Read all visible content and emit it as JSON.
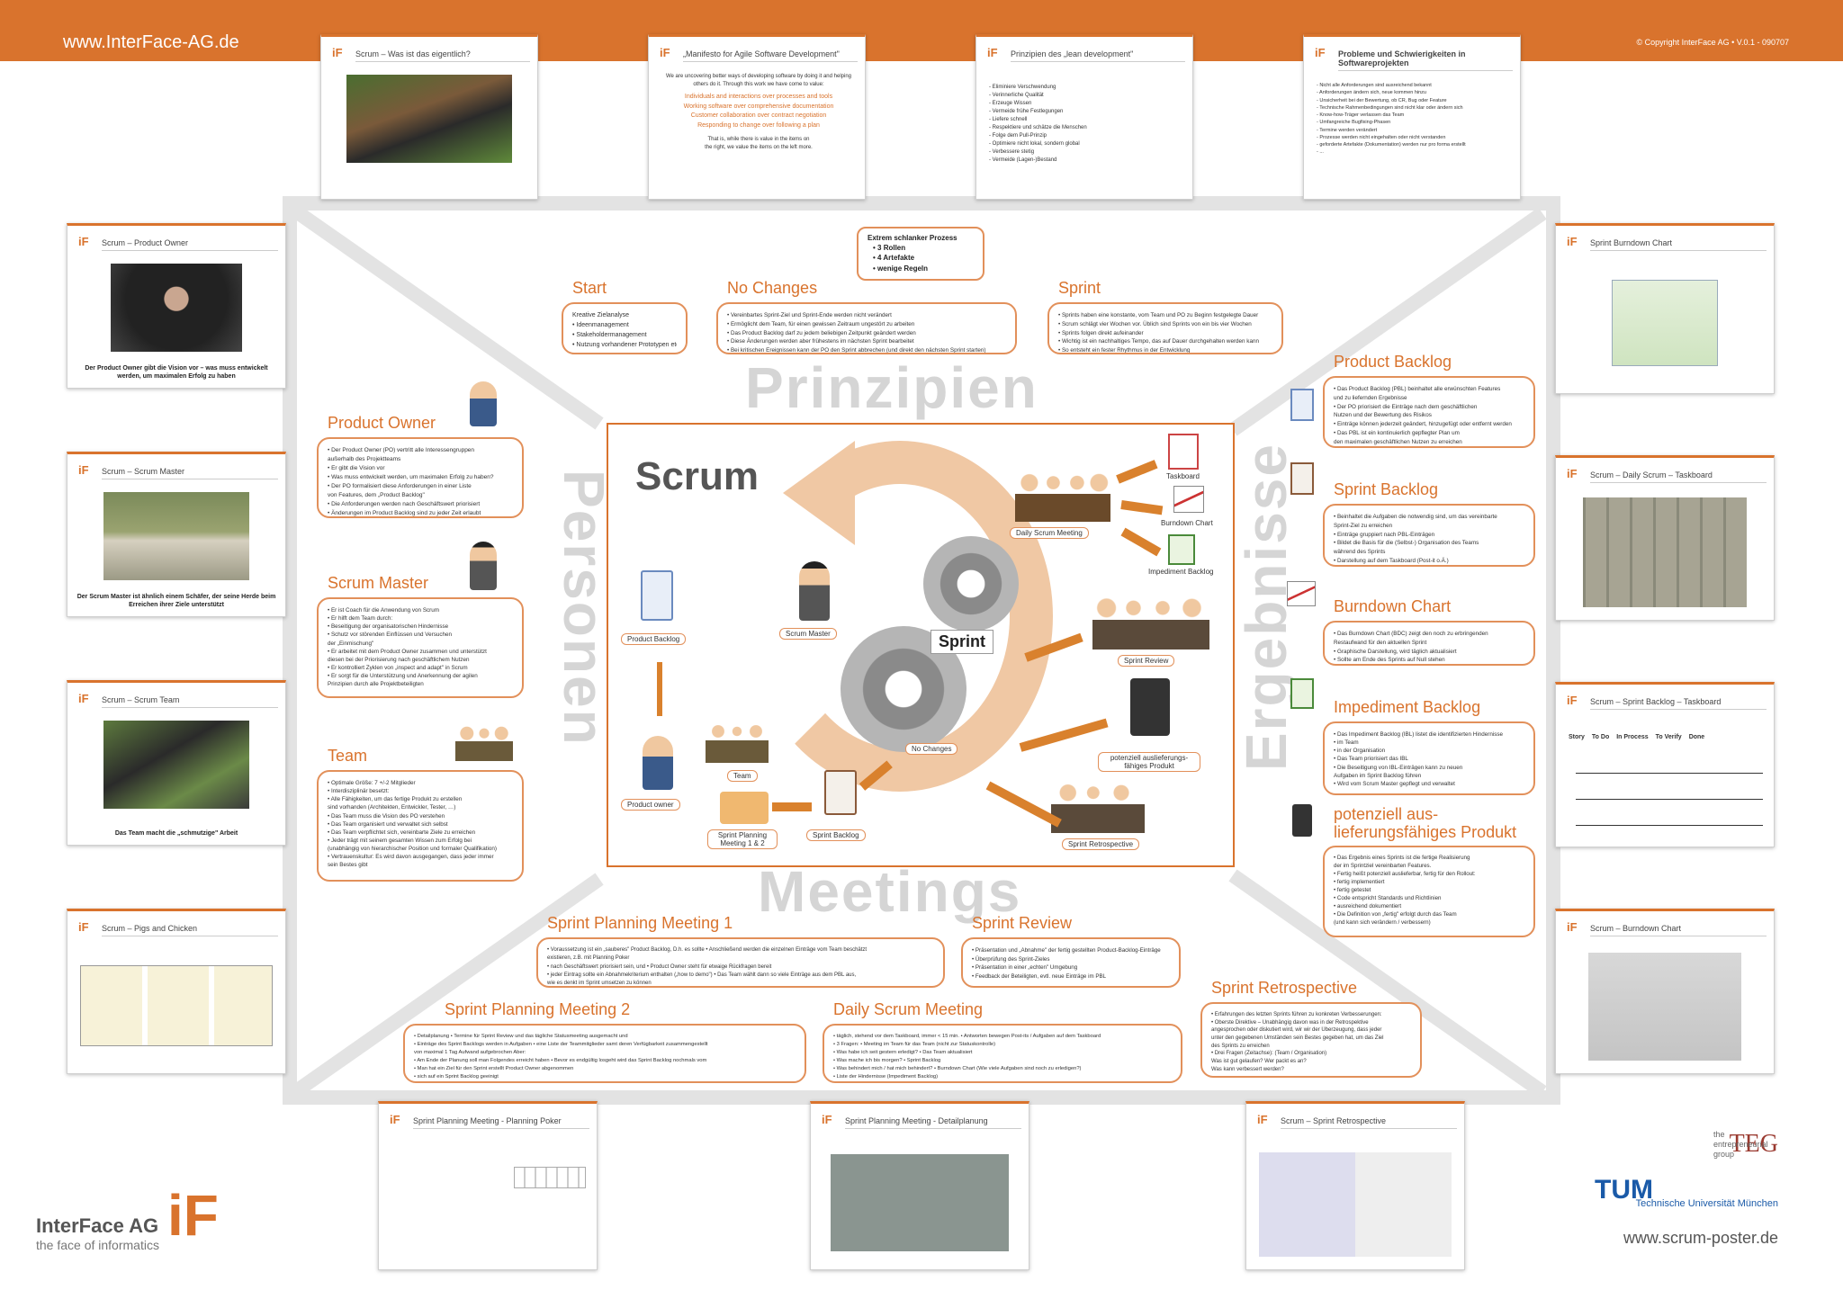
{
  "header": {
    "site": "www.InterFace-AG.de",
    "copyright": "© Copyright InterFace AG • V.0.1 - 090707"
  },
  "top_cards": [
    {
      "title": "Scrum – Was ist das eigentlich?"
    },
    {
      "title": "„Manifesto for Agile Software Development\"",
      "lines": [
        "We are uncovering better ways of developing software by doing it and helping",
        "others do it. Through this work we have come to value:",
        "Individuals and interactions over processes and tools",
        "Working software over comprehensive documentation",
        "Customer collaboration over contract negotiation",
        "Responding to change over following a plan",
        "That is, while there is value in the items on",
        "the right, we value the items on the left more."
      ]
    },
    {
      "title": "Prinzipien des „lean development\"",
      "lines": [
        "- Eliminiere Verschwendung",
        "- Verinnerliche Qualität",
        "- Erzeuge Wissen",
        "- Vermeide frühe Festlegungen",
        "- Liefere schnell",
        "- Respektiere und schätze die Menschen",
        "- Folge dem Pull-Prinzip",
        "- Optimiere nicht lokal, sondern global",
        "- Verbessere stetig",
        "- Vermeide (Lagen-)Bestand"
      ]
    },
    {
      "title": "Probleme und Schwierigkeiten in Softwareprojekten",
      "lines": [
        "- Nicht alle Anforderungen sind ausreichend bekannt",
        "- Anforderungen ändern sich, neue kommen hinzu",
        "- Unsicherheit bei der Bewertung, ob CR, Bug oder Feature",
        "- Technische Rahmenbedingungen sind nicht klar oder ändern sich",
        "- Know-how-Träger verlassen das Team",
        "- Umfangreiche Bugfixing-Phasen",
        "- Termine werden verändert",
        "- Prozesse werden nicht eingehalten oder nicht verstanden",
        "- geforderte Artefakte (Dokumentation) werden nur pro forma erstellt",
        "- ..."
      ]
    }
  ],
  "left_cards": [
    {
      "title": "Scrum – Product Owner",
      "caption": "Der Product Owner gibt die Vision vor – was muss entwickelt werden, um maximalen Erfolg zu haben"
    },
    {
      "title": "Scrum – Scrum Master",
      "caption": "Der Scrum Master ist ähnlich einem Schäfer, der seine Herde beim Erreichen ihrer Ziele unterstützt"
    },
    {
      "title": "Scrum – Scrum Team",
      "caption": "Das Team macht die „schmutzige\" Arbeit"
    },
    {
      "title": "Scrum – Pigs and Chicken",
      "caption": ""
    }
  ],
  "right_cards": [
    {
      "title": "Sprint Burndown Chart"
    },
    {
      "title": "Scrum – Daily Scrum – Taskboard"
    },
    {
      "title": "Scrum – Sprint Backlog – Taskboard",
      "columns": [
        "Story",
        "To Do",
        "In Process",
        "To Verify",
        "Done"
      ]
    },
    {
      "title": "Scrum – Burndown Chart"
    }
  ],
  "bottom_cards": [
    {
      "title": "Sprint Planning Meeting - Planning Poker"
    },
    {
      "title": "Sprint Planning Meeting - Detailplanung"
    },
    {
      "title": "Scrum – Sprint Retrospective"
    }
  ],
  "words": {
    "prinzipien": "Prinzipien",
    "personen": "Personen",
    "ergebnisse": "Ergebnisse",
    "meetings": "Meetings"
  },
  "process": {
    "lines": [
      "Extrem schlanker Prozess",
      "• 3 Rollen",
      "• 4 Artefakte",
      "• wenige Regeln"
    ]
  },
  "sections": {
    "start": {
      "title": "Start",
      "lines": [
        "Kreative Zielanalyse",
        "• Ideenmanagement",
        "• Stakeholdermanagement",
        "• Nutzung vorhandener Prototypen etc."
      ]
    },
    "nochanges": {
      "title": "No Changes",
      "lines": [
        "• Vereinbartes Sprint-Ziel und Sprint-Ende werden nicht verändert",
        "  • Ermöglicht dem Team, für einen gewissen Zeitraum ungestört zu arbeiten",
        "• Das Product Backlog darf zu jedem beliebigen Zeitpunkt geändert werden",
        "• Diese Änderungen werden aber frühestens im nächsten Sprint bearbeitet",
        "• Bei kritischen Ereignissen kann der PO den Sprint abbrechen (und direkt den nächsten Sprint starten)"
      ]
    },
    "sprint": {
      "title": "Sprint",
      "lines": [
        "• Sprints haben eine konstante, vom Team und PO zu Beginn festgelegte Dauer",
        "• Scrum schlägt vier Wochen vor. Üblich sind Sprints von ein bis vier Wochen",
        "• Sprints folgen direkt aufeinander",
        "• Wichtig ist ein nachhaltiges Tempo, das auf Dauer durchgehalten werden kann",
        "• So entsteht ein fester Rhythmus in der Entwicklung"
      ]
    },
    "po": {
      "title": "Product Owner",
      "lines": [
        "• Der Product Owner (PO) vertritt alle Interessengruppen",
        "  außerhalb des Projektteams",
        "• Er gibt die Vision vor",
        "• Was muss entwickelt werden, um maximalen Erfolg zu haben?",
        "• Der PO formalisiert diese Anforderungen in einer Liste",
        "  von Features, dem „Product Backlog\"",
        "• Die Anforderungen werden nach Geschäftswert priorisiert",
        "• Änderungen im Product Backlog sind zu jeder Zeit erlaubt"
      ]
    },
    "sm": {
      "title": "Scrum Master",
      "lines": [
        "• Er ist Coach für die Anwendung von Scrum",
        "• Er hilft dem Team durch:",
        "  • Beseitigung der organisatorischen Hindernisse",
        "  • Schutz vor störenden Einflüssen und Versuchen",
        "    der „Einmischung\"",
        "  • Er arbeitet mit dem Product Owner zusammen und unterstützt",
        "    diesen bei der Priorisierung nach geschäftlichem Nutzen",
        "• Er kontrolliert Zyklen von „inspect and adapt\" in Scrum",
        "• Er sorgt für die Unterstützung und Anerkennung der agilen",
        "  Prinzipien durch alle Projektbeteiligten"
      ]
    },
    "team": {
      "title": "Team",
      "lines": [
        "• Optimale Größe: 7 +/-2 Mitglieder",
        "• Interdisziplinär besetzt:",
        "  • Alle Fähigkeiten, um das fertige Produkt zu erstellen",
        "    sind vorhanden (Architekten, Entwickler, Tester, …)",
        "• Das Team muss die Vision des PO verstehen",
        "• Das Team organisiert und verwaltet sich selbst",
        "• Das Team verpflichtet sich, vereinbarte Ziele zu erreichen",
        "• Jeder trägt mit seinem gesamten Wissen zum Erfolg bei",
        "  (unabhängig von hierarchischer Position und formaler Qualifikation)",
        "• Vertrauenskultur: Es wird davon ausgegangen, dass jeder immer",
        "  sein Bestes gibt"
      ]
    },
    "pb": {
      "title": "Product Backlog",
      "lines": [
        "• Das Product Backlog (PBL) beinhaltet alle erwünschten Features",
        "  und zu liefernden Ergebnisse",
        "• Der PO priorisiert die Einträge nach dem geschäftlichen",
        "  Nutzen und der Bewertung des Risikos",
        "• Einträge können jederzeit geändert, hinzugefügt oder entfernt werden",
        "• Das PBL ist ein kontinuierlich gepflegter Plan um",
        "  den maximalen geschäftlichen Nutzen zu erreichen"
      ]
    },
    "sb": {
      "title": "Sprint Backlog",
      "lines": [
        "• Beinhaltet die Aufgaben die notwendig sind, um das vereinbarte",
        "  Sprint-Ziel zu erreichen",
        "• Einträge gruppiert nach PBL-Einträgen",
        "• Bildet die Basis für die (Selbst-) Organisation des Teams",
        "  während des Sprints",
        "• Darstellung auf dem Taskboard (Post-it o.Ä.)"
      ]
    },
    "bc": {
      "title": "Burndown Chart",
      "lines": [
        "• Das Burndown Chart (BDC) zeigt den noch zu erbringenden",
        "  Restaufwand für den aktuellen Sprint",
        "• Graphische Darstellung, wird täglich aktualisiert",
        "• Sollte am Ende des Sprints auf Null stehen"
      ]
    },
    "ib": {
      "title": "Impediment Backlog",
      "lines": [
        "• Das Impediment Backlog (IBL) listet die identifizierten Hindernisse",
        "  • im Team",
        "  • in der Organisation",
        "• Das Team priorisiert das IBL",
        "• Die Beseitigung von IBL-Einträgen kann zu neuen",
        "  Aufgaben im Sprint Backlog führen",
        "• Wird vom Scrum Master gepflegt und verwaltet"
      ]
    },
    "pp": {
      "title": "potenziell aus-lieferungsfähiges Produkt",
      "lines": [
        "• Das Ergebnis eines Sprints ist die fertige Realisierung",
        "  der im Sprintziel vereinbarten Features.",
        "• Fertig heißt potenziell auslieferbar, fertig für den Rollout:",
        "  • fertig implementiert",
        "  • fertig getestet",
        "  • Code entspricht Standards und Richtlinien",
        "  • ausreichend dokumentiert",
        "• Die Definition von „fertig\" erfolgt durch das Team",
        "  (und kann sich verändern / verbessern)"
      ]
    },
    "spm1": {
      "title": "Sprint Planning Meeting 1",
      "lines": [
        "• Voraussetzung ist ein „sauberes\" Product Backlog, D.h. es sollte     • Anschließend werden die einzelnen Einträge vom Team beschätzt",
        "    existieren,                                                              z.B. mit Planning Poker",
        "  • nach Geschäftswert priorisiert sein, und                              • Product Owner steht für etwaige Rückfragen bereit",
        "  • jeder Eintrag sollte ein Abnahmekriterium enthalten („how to demo\")  • Das Team wählt dann so viele Einträge aus dem PBL aus,",
        "                                                                          wie es denkt im Sprint umsetzen zu können"
      ]
    },
    "sr": {
      "title": "Sprint Review",
      "lines": [
        "• Präsentation und „Abnahme\" der fertig gestellten Product-Backlog-Einträge",
        "• Überprüfung des Sprint-Zieles",
        "• Präsentation in einer „echten\" Umgebung",
        "• Feedback der Beteiligten, evtl. neue Einträge im PBL"
      ]
    },
    "retro": {
      "title": "Sprint Retrospective",
      "lines": [
        "• Erfahrungen des letzten Sprints führen zu konkreten Verbesserungen:",
        "• Oberste Direktive – Unabhängig davon was in der Retrospektive",
        "  angesprochen oder diskutiert wird, wir wir der Überzeugung, dass jeder",
        "  unter den gegebenen Umständen sein Bestes gegeben hat, um das Ziel",
        "  des Sprints zu erreichen",
        "• Drei Fragen (Zeitachse):      (Team / Organisation)",
        "  Was ist gut gelaufen?          Wer packt es an?",
        "  Was kann verbessert werden?"
      ]
    },
    "spm2": {
      "title": "Sprint Planning Meeting 2",
      "lines": [
        "• Detailplanung                                                       • Termine für Sprint Review und das tägliche Statusmeeting ausgemacht und",
        "  • Einträge des Sprint Backlogs werden in Aufgaben                     • eine Liste der Teammitglieder samt deren Verfügbarkeit zusammengestellt",
        "    von maximal 1 Tag Aufwand aufgebrochen                            Aber:",
        "• Am Ende der Planung soll man Folgendes erreicht haben               • Bevor es endgültig losgeht wird das Sprint Backlog nochmals vom",
        "  • Man hat ein Ziel für den Sprint erstellt                              Product Owner abgenommen",
        "  • sich auf ein Sprint Backlog geeinigt"
      ]
    },
    "daily": {
      "title": "Daily Scrum Meeting",
      "lines": [
        "• täglich, stehend vor dem Taskboard, immer < 15 min.     • Antworten bewegen Post-its / Aufgaben auf dem Taskboard",
        "• 3 Fragen:                                                  • Meeting im Team für das Team (nicht zur Statuskontrolle)",
        "  • Was habe ich seit gestern erledigt?                      • Das Team aktualisiert",
        "  • Was mache ich bis morgen?                                  • Sprint Backlog",
        "  • Was behindert mich / hat mich behindert?                   • Burndown Chart (Wie viele Aufgaben sind noch zu erledigen?)",
        "                                                               • Liste der Hindernisse (Impediment Backlog)"
      ]
    }
  },
  "diagram": {
    "title": "Scrum",
    "sprint": "Sprint",
    "labels": {
      "product_backlog": "Product Backlog",
      "scrum_master": "Scrum Master",
      "product_owner": "Product owner",
      "team": "Team",
      "spm": "Sprint Planning Meeting 1 & 2",
      "sprint_backlog": "Sprint Backlog",
      "no_changes": "No Changes",
      "daily": "Daily Scrum Meeting",
      "review": "Sprint Review",
      "retro": "Sprint Retrospective",
      "potential": "potenziell auslieferungs-fähiges Produkt",
      "taskboard": "Taskboard",
      "burndown": "Burndown Chart",
      "impediment": "Impediment Backlog"
    }
  },
  "footer": {
    "company": "InterFace AG",
    "tagline": "the face of informatics",
    "teg": "TEG",
    "teg_sub": "the entrepreneurial group",
    "tum_logo": "TUM",
    "tum": "Technische Universität München",
    "url": "www.scrum-poster.de"
  },
  "colors": {
    "accent": "#d9732d",
    "frame": "#e3e3e3"
  }
}
